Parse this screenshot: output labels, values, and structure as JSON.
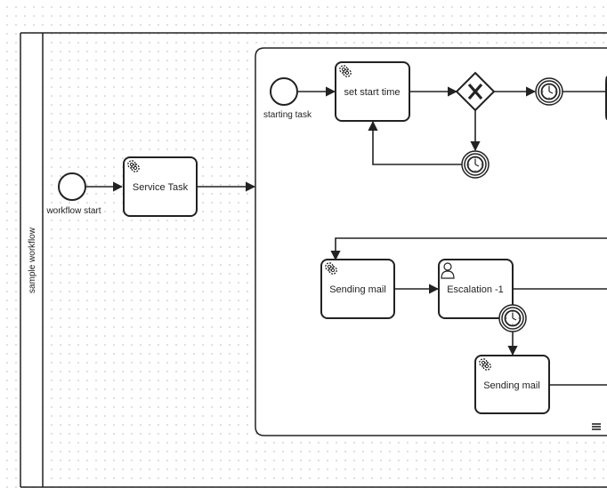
{
  "pool": {
    "label": "sample workflow"
  },
  "events": {
    "workflow_start": "workflow start",
    "starting_task": "starting task"
  },
  "tasks": {
    "service_task": "Service Task",
    "set_start_time": "set start time",
    "sending_mail_1": "Sending mail",
    "escalation": "Escalation -1",
    "sending_mail_2": "Sending mail"
  },
  "icons": {
    "service": "gear-icon",
    "user": "user-icon",
    "timer": "clock-icon",
    "gateway": "exclusive-gateway-x-icon",
    "subprocess_marker": "hamburger-icon"
  },
  "colors": {
    "stroke": "#222222",
    "fill": "#ffffff",
    "grid_dot": "#d4d4d4"
  }
}
